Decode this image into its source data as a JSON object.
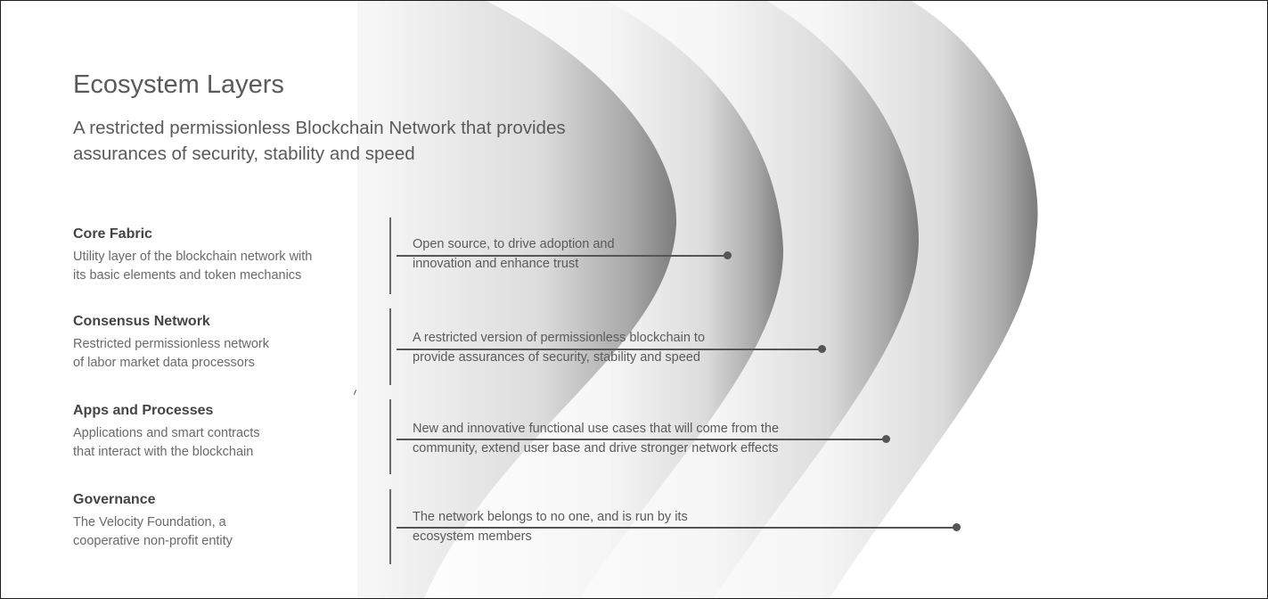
{
  "title": "Ecosystem Layers",
  "subtitle": "A restricted permissionless Blockchain Network that provides assurances of security, stability and speed",
  "layers": [
    {
      "name": "Core Fabric",
      "description_lines": [
        "Utility layer of the blockchain network with",
        "its basic elements and token mechanics"
      ],
      "callout_lines": [
        "Open source, to drive adoption and",
        "innovation and enhance trust"
      ]
    },
    {
      "name": "Consensus Network",
      "description_lines": [
        "Restricted permissionless network",
        "of labor market data processors"
      ],
      "callout_lines": [
        "A restricted version of permissionless blockchain to",
        "provide assurances of security, stability and speed"
      ]
    },
    {
      "name": "Apps and Processes",
      "description_lines": [
        "Applications and smart contracts",
        "that interact with the blockchain"
      ],
      "callout_lines": [
        "New and innovative functional use cases that will come from the",
        "community, extend user base and drive stronger network effects"
      ]
    },
    {
      "name": "Governance",
      "description_lines": [
        "The Velocity Foundation, a",
        "cooperative non-profit entity"
      ],
      "callout_lines": [
        "The network belongs to no one, and is run by its",
        "ecosystem members"
      ]
    }
  ],
  "colors": {
    "title": "#5a5a5a",
    "layer_name": "#444444",
    "layer_text": "#6a6a6a",
    "connector": "#555555"
  }
}
